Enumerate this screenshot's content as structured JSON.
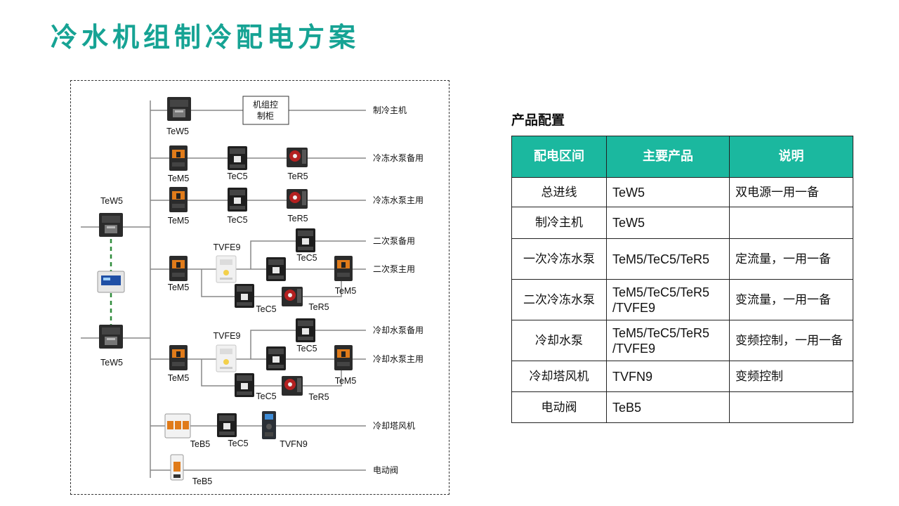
{
  "page": {
    "title": "冷水机组制冷配电方案"
  },
  "diagram": {
    "loads": [
      "制冷主机",
      "冷冻水泵备用",
      "冷冻水泵主用",
      "二次泵备用",
      "二次泵主用",
      "冷却水泵备用",
      "冷却水泵主用",
      "冷却塔风机",
      "电动阀"
    ],
    "control_cabinet": [
      "机组控",
      "制柜"
    ],
    "main_breakers": [
      "TeW5",
      "TeW5"
    ],
    "feeders": {
      "chiller": {
        "breaker": "TeW5"
      },
      "chilled_standby": {
        "breaker": "TeM5",
        "contactor": "TeC5",
        "relay": "TeR5"
      },
      "chilled_main": {
        "breaker": "TeM5",
        "contactor": "TeC5",
        "relay": "TeR5"
      },
      "secondary": {
        "breaker": "TeM5",
        "vfd": "TVFE9",
        "contactor_top": "TeC5",
        "contactor_bottom": "TeC5",
        "relay": "TeR5",
        "bypass_breaker": "TeM5"
      },
      "cooling": {
        "breaker": "TeM5",
        "vfd": "TVFE9",
        "contactor_top": "TeC5",
        "contactor_bottom": "TeC5",
        "relay": "TeR5",
        "bypass_breaker": "TeM5"
      },
      "tower": {
        "mcb": "TeB5",
        "contactor": "TeC5",
        "vfd": "TVFN9"
      },
      "valve": {
        "mcb": "TeB5"
      }
    }
  },
  "config": {
    "title": "产品配置",
    "headers": [
      "配电区间",
      "主要产品",
      "说明"
    ],
    "rows": [
      {
        "zone": "总进线",
        "product": "TeW5",
        "note": "双电源一用一备"
      },
      {
        "zone": "制冷主机",
        "product": "TeW5",
        "note": ""
      },
      {
        "zone": "一次冷冻水泵",
        "product": "TeM5/TeC5/TeR5",
        "note": "定流量，一用一备"
      },
      {
        "zone": "二次冷冻水泵",
        "product": "TeM5/TeC5/TeR5 /TVFE9",
        "note": "变流量，一用一备"
      },
      {
        "zone": "冷却水泵",
        "product": "TeM5/TeC5/TeR5 /TVFE9",
        "note": "变频控制，一用一备"
      },
      {
        "zone": "冷却塔风机",
        "product": "TVFN9",
        "note": "变频控制"
      },
      {
        "zone": "电动阀",
        "product": "TeB5",
        "note": ""
      }
    ]
  },
  "colors": {
    "title": "#16a394",
    "table_header": "#1bb89f",
    "tie_line": "#2e8b3a",
    "device_body": "#2b2b2b",
    "relay_red": "#b42020",
    "breaker_orange": "#e07b1a"
  }
}
